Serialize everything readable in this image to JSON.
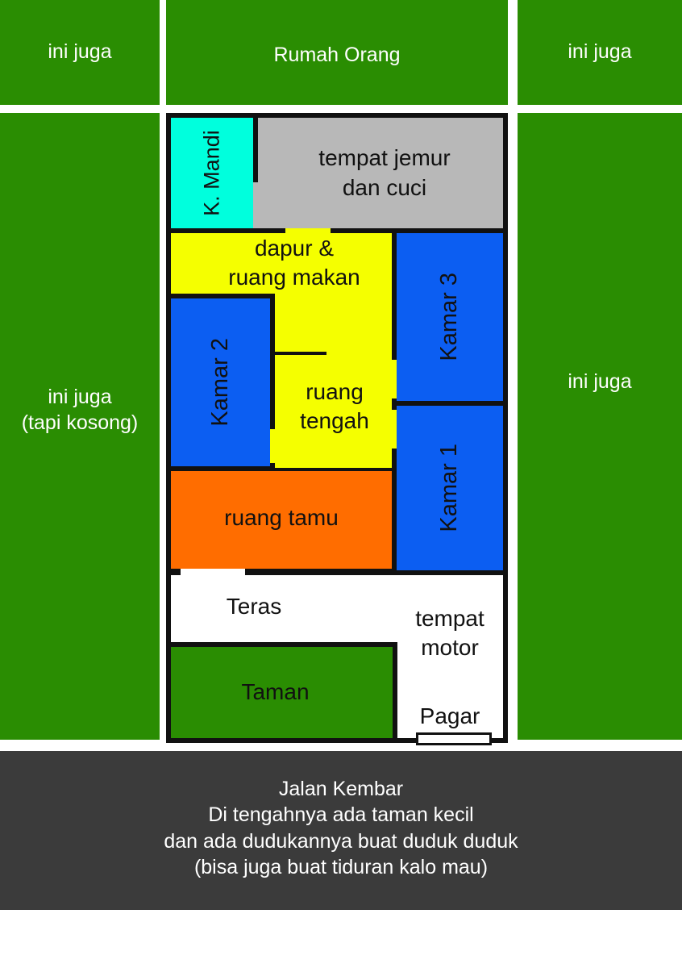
{
  "colors": {
    "lot_green": "#2a8d02",
    "bathroom": "#00ffdd",
    "laundry": "#b8b8b8",
    "kitchen_yellow": "#f5ff00",
    "bedroom_blue": "#0c5ef2",
    "living_orange": "#ff6d00",
    "road": "#3b3b3b",
    "wall": "#111111"
  },
  "neighbors": {
    "top_left": "ini juga",
    "top_center": "Rumah Orang",
    "top_right": "ini juga",
    "left": "ini juga\n(tapi kosong)",
    "right": "ini juga"
  },
  "rooms": {
    "bathroom": "K. Mandi",
    "laundry": "tempat jemur\ndan cuci",
    "kitchen": "dapur &\nruang makan",
    "bedroom_3": "Kamar 3",
    "bedroom_2": "Kamar 2",
    "middle_room": "ruang\ntengah",
    "bedroom_1": "Kamar 1",
    "living_room": "ruang tamu",
    "terrace": "Teras",
    "motor_parking": "tempat\nmotor",
    "garden": "Taman",
    "gate": "Pagar"
  },
  "road": {
    "text": "Jalan Kembar\nDi tengahnya ada taman kecil\ndan ada dudukannya buat duduk duduk\n(bisa juga buat tiduran kalo mau)"
  }
}
